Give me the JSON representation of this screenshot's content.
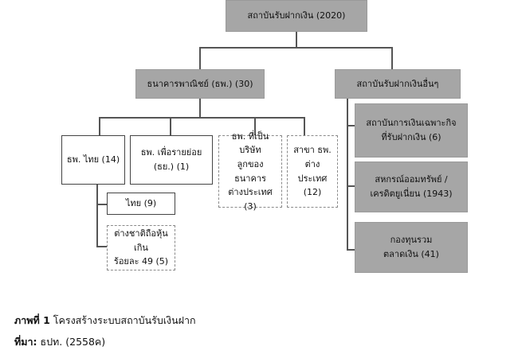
{
  "nodes": {
    "root": "สถาบันรับฝากเงิน (2020)",
    "commercial_banks": "ธนาคารพาณิชย์ (ธพ.) (30)",
    "other_institutions": "สถาบันรับฝากเงินอื่นๆ",
    "thai_banks": "ธพ. ไทย (14)",
    "retail_banks": "ธพ. เพื่อรายย่อย\n(ธย.) (1)",
    "foreign_subsidiaries": "ธพ. ที่เป็นบริษัท\nลูกของธนาคาร\nต่างประเทศ (3)",
    "foreign_branches": "สาขา ธพ.\nต่างประเทศ\n(12)",
    "thai": "ไทย (9)",
    "foreign_owned": "ต่างชาติถือหุ้นเกิน\nร้อยละ 49 (5)",
    "specialized_institutions": "สถาบันการเงินเฉพาะกิจ\nที่รับฝากเงิน (6)",
    "cooperatives": "สหกรณ์ออมทรัพย์ /\nเครดิตยูเนี่ยน (1943)",
    "money_market_funds": "กองทุนรวม\nตลาดเงิน (41)"
  },
  "caption": {
    "figure_label": "ภาพที่ 1",
    "figure_title": "โครงสร้างระบบสถาบันรับเงินฝาก",
    "source_label": "ที่มา:",
    "source_text": "ธปท. (2558ค)"
  }
}
